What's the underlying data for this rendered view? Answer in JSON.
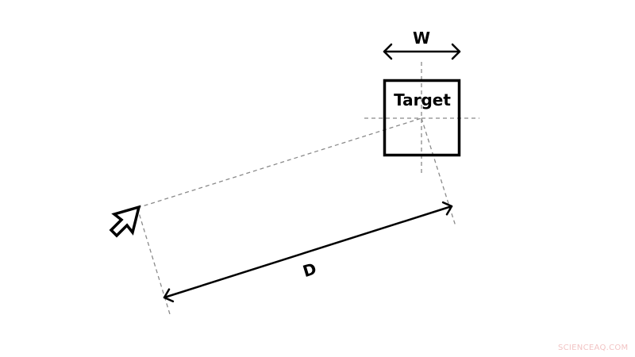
{
  "diagram": {
    "target_label": "Target",
    "width_label": "W",
    "distance_label": "D"
  },
  "watermark": "SCIENCEAQ.COM",
  "colors": {
    "stroke": "#000000",
    "guide": "#8a8a8a",
    "watermark": "#f2c4c4"
  },
  "icons": {
    "pointer": "mouse-pointer-icon",
    "double_arrow": "double-headed-arrow-icon"
  }
}
